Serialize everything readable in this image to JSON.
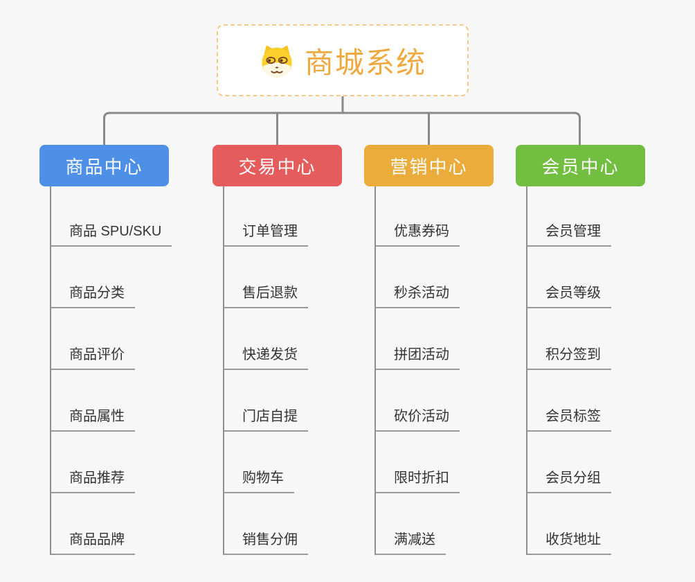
{
  "root": {
    "title": "商城系统",
    "icon": "dog-face-icon"
  },
  "branches": [
    {
      "label": "商品中心",
      "color": "#4e90e8",
      "children": [
        "商品 SPU/SKU",
        "商品分类",
        "商品评价",
        "商品属性",
        "商品推荐",
        "商品品牌"
      ]
    },
    {
      "label": "交易中心",
      "color": "#e45c5c",
      "children": [
        "订单管理",
        "售后退款",
        "快递发货",
        "门店自提",
        "购物车",
        "销售分佣"
      ]
    },
    {
      "label": "营销中心",
      "color": "#ebac3c",
      "children": [
        "优惠券码",
        "秒杀活动",
        "拼团活动",
        "砍价活动",
        "限时折扣",
        "满减送"
      ]
    },
    {
      "label": "会员中心",
      "color": "#71be41",
      "children": [
        "会员管理",
        "会员等级",
        "积分签到",
        "会员标签",
        "会员分组",
        "收货地址"
      ]
    }
  ],
  "colors": {
    "background": "#f7f7f8",
    "connector": "#898989",
    "leaf_underline": "#999999",
    "leaf_text": "#333333",
    "root_text": "#f0a93e",
    "root_border": "#f4c98a"
  }
}
